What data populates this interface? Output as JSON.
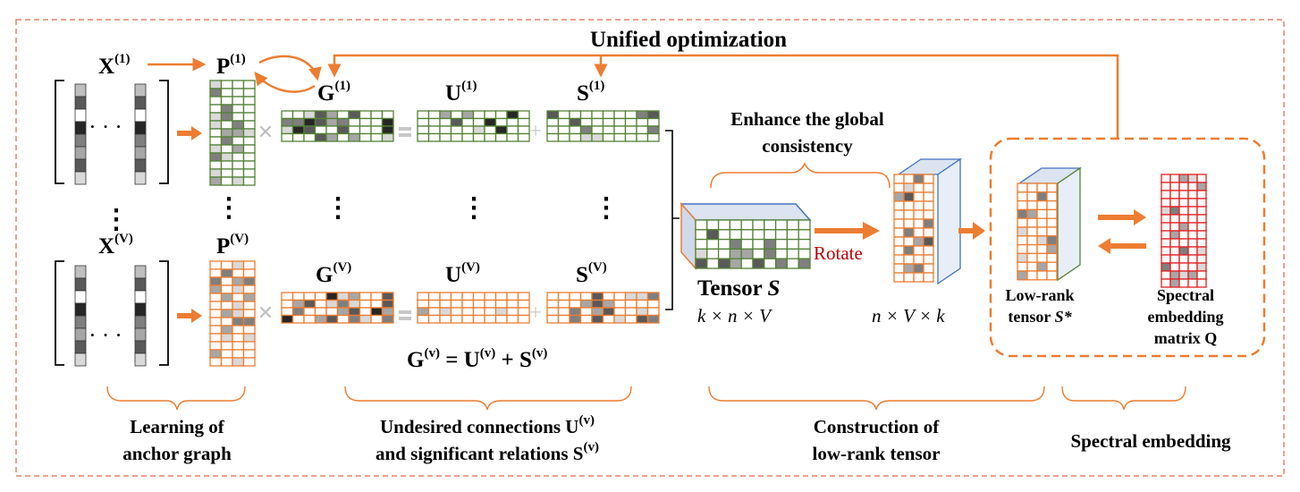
{
  "labels": {
    "title": "Unified optimization",
    "x1": "X",
    "x1_sup": "(1)",
    "xv": "X",
    "xv_sup": "(V)",
    "p1": "P",
    "p1_sup": "(1)",
    "pv": "P",
    "pv_sup": "(V)",
    "g1": "G",
    "g1_sup": "(1)",
    "gv": "G",
    "gv_sup": "(V)",
    "u1": "U",
    "u1_sup": "(1)",
    "uv": "U",
    "uv_sup": "(V)",
    "s1": "S",
    "s1_sup": "(1)",
    "sv": "S",
    "sv_sup": "(V)",
    "equation_lhs": "G",
    "equation_sup1": "(v)",
    "equation_eq": " = U",
    "equation_sup2": "(v)",
    "equation_plus": " + S",
    "equation_sup3": "(v)",
    "enhance_line1": "Enhance the global",
    "enhance_line2": "consistency",
    "tensor_label": "Tensor ",
    "tensor_symbol": "S",
    "tensor_dims": "k × n × V",
    "rotate": "Rotate",
    "rotated_dims": "n × V × k",
    "lowrank_line1": "Low-rank",
    "lowrank_line2": "tensor ",
    "lowrank_symbol": "S*",
    "spectral_line1": "Spectral",
    "spectral_line2": "embedding",
    "spectral_line3": "matrix Q",
    "section1_line1": "Learning of",
    "section1_line2": "anchor graph",
    "section2_line1": "Undesired connections U",
    "section2_sup1": "(v)",
    "section2_line2": "and significant relations S",
    "section2_sup2": "(v)",
    "section3_line1": "Construction of",
    "section3_line2": "low-rank tensor",
    "section4": "Spectral embedding",
    "dots_h": "· · ·",
    "dots_v": "⋮"
  },
  "colors": {
    "orange": "#ED7D31",
    "green": "#548235",
    "red": "#E02020",
    "blue": "#4472C4",
    "dark_red_text": "#C00000",
    "dashed_border": "#E8826A"
  }
}
